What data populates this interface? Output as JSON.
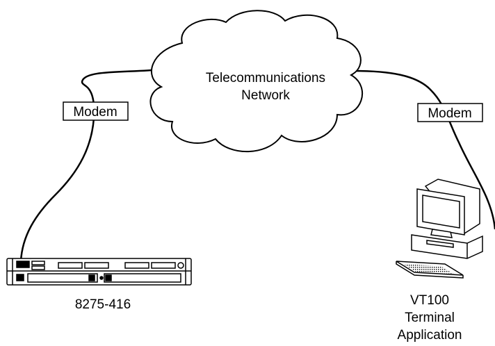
{
  "network": {
    "line1": "Telecommunications",
    "line2": "Network"
  },
  "modems": {
    "left": "Modem",
    "right": "Modem"
  },
  "devices": {
    "switch_label": "8275-416",
    "terminal_line1": "VT100",
    "terminal_line2": "Terminal",
    "terminal_line3": "Application"
  }
}
